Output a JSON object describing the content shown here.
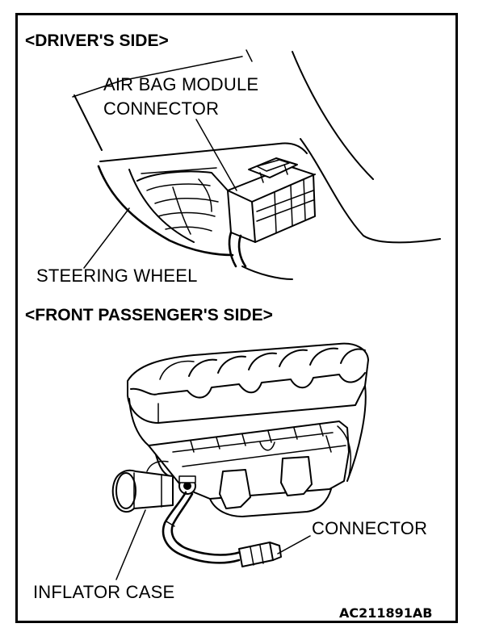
{
  "sections": {
    "drivers_side": "<DRIVER'S SIDE>",
    "front_passengers_side": "<FRONT PASSENGER'S SIDE>"
  },
  "labels": {
    "air_bag_module_connector_line1": "AIR BAG MODULE",
    "air_bag_module_connector_line2": "CONNECTOR",
    "steering_wheel": "STEERING WHEEL",
    "connector": "CONNECTOR",
    "inflator_case": "INFLATOR CASE"
  },
  "figure_code": "AC211891AB"
}
